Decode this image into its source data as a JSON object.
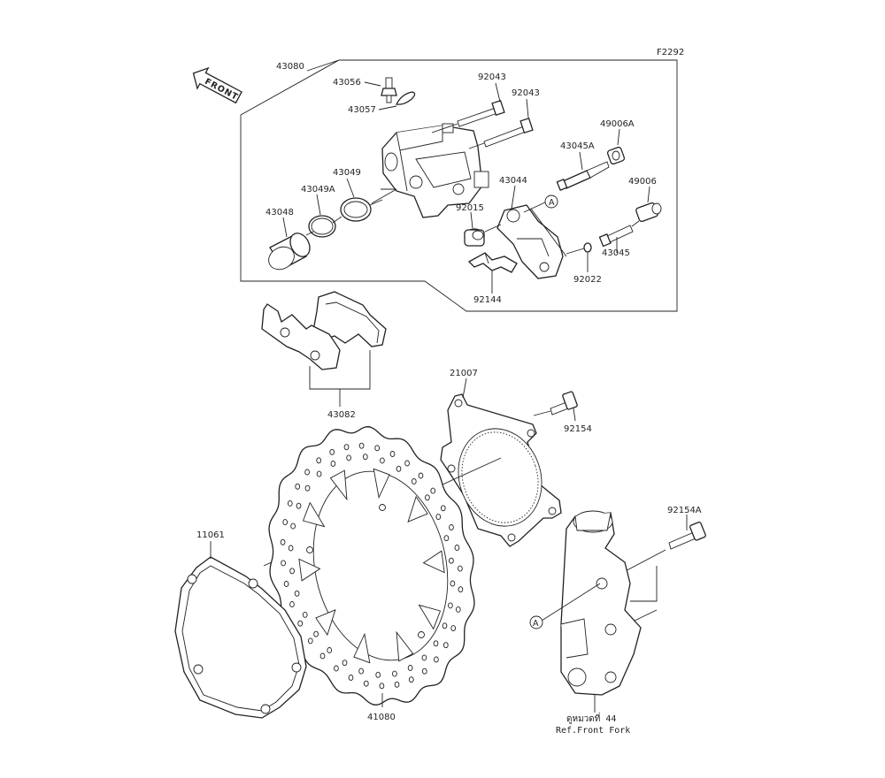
{
  "diagram_code": "F2292",
  "front_marker": "FRONT",
  "ref_marker": "A",
  "parts": {
    "caliper_assy": "43080",
    "bleeder": "43056",
    "bleeder_cap": "43057",
    "pin_upper": "92043",
    "pin_lower": "92043",
    "seal_big": "43049",
    "seal_small": "43049A",
    "piston": "43048",
    "boot_a": "49006A",
    "sleeve_a": "43045A",
    "holder": "43044",
    "sleeve": "92015",
    "boot": "49006",
    "bolt_sleeve": "43045",
    "circlip": "92022",
    "spring": "92144",
    "pads": "43082",
    "sensor_rotor": "21007",
    "rotor_bolt": "92154",
    "caliper_bolt": "92154A",
    "gasket": "11061",
    "disc": "41080"
  },
  "reference_text": {
    "thai": "ดูหมวดที่ 44",
    "english": "Ref.Front Fork"
  }
}
